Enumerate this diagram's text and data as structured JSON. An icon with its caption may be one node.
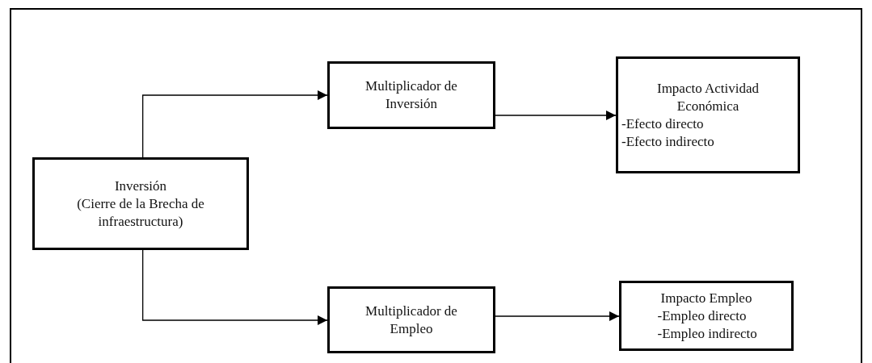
{
  "diagram": {
    "nodes": [
      {
        "text": [
          "Inversión",
          "(Cierre de la Brecha de infraestructura)"
        ]
      },
      {
        "text": [
          "Multiplicador de Inversión"
        ]
      },
      {
        "text": [
          "Impacto Actividad Económica",
          "-Efecto directo",
          "-Efecto indirecto"
        ]
      },
      {
        "text": [
          "Multiplicador de Empleo"
        ]
      },
      {
        "text": [
          "Impacto Empleo",
          "-Empleo directo",
          "-Empleo indirecto"
        ]
      }
    ],
    "edges": [
      {
        "from": 0,
        "to": 1,
        "arrow": "to"
      },
      {
        "from": 0,
        "to": 3,
        "arrow": "to"
      },
      {
        "from": 1,
        "to": 2,
        "arrow": "to"
      },
      {
        "from": 3,
        "to": 4,
        "arrow": "to"
      }
    ]
  }
}
